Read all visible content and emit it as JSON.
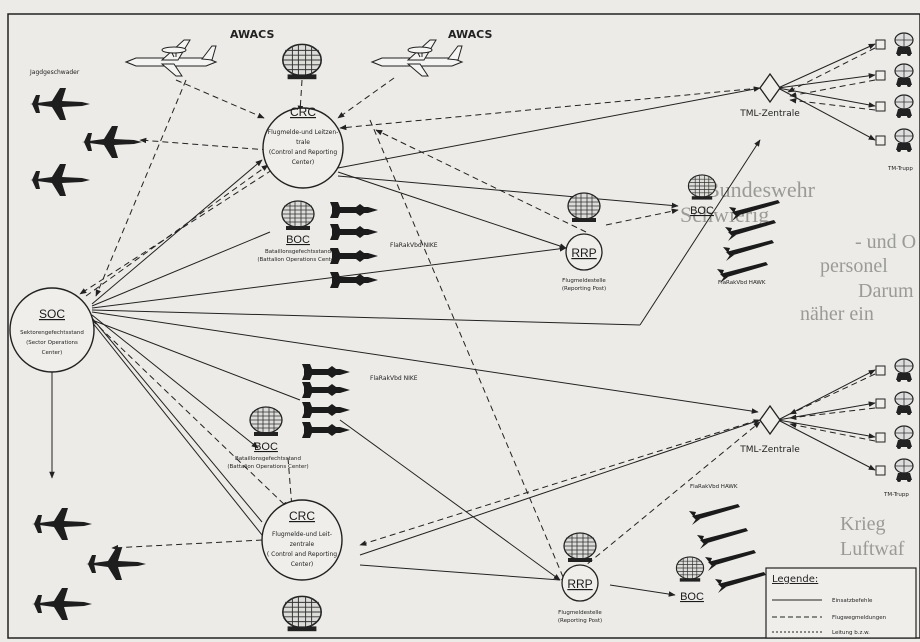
{
  "labels": {
    "jagd": "Jagdgeschwader",
    "awacs1": "AWACS",
    "awacs2": "AWACS",
    "crc1_title": "CRC",
    "crc1_l1": "Flugmelde-und Leitzen-",
    "crc1_l2": "trale",
    "crc1_l3": "(Control and Reporting",
    "crc1_l4": "Center)",
    "crc2_title": "CRC",
    "crc2_l1": "Flugmelde-und Leit-",
    "crc2_l2": "zentrale",
    "crc2_l3": "( Control and Reporting",
    "crc2_l4": "Center)",
    "soc_title": "SOC",
    "soc_l1": "Sektorengefechtsstand",
    "soc_l2": "(Sector Operations",
    "soc_l3": "Center)",
    "boc1": "BOC",
    "boc1_l1": "Bataillonsgefechtsstand",
    "boc1_l2": "(Battalion Operations Center)",
    "boc2": "BOC",
    "boc2_l1": "Bataillonsgefechtsstand",
    "boc2_l2": "(Battalion Operations Center)",
    "boc3": "BOC",
    "boc4": "BOC",
    "rrp1": "RRP",
    "rrp1_l1": "Flugmeldestelle",
    "rrp1_l2": "(Reporting Post)",
    "rrp2": "RRP",
    "rrp2_l1": "Flugmeldestelle",
    "rrp2_l2": "(Reporting Post)",
    "nike1": "FlaRakVbd NIKE",
    "nike2": "FlaRakVbd NIKE",
    "hawk1": "FlaRakVbd HAWK",
    "hawk2": "FlaRakVbd HAWK",
    "tml1": "TML-Zentrale",
    "tml2": "TML-Zentrale",
    "tm1": "TM-Trupp",
    "tm2": "TM-Trupp",
    "legend_title": "Legende:",
    "legend_1": "Einsatzbefehle",
    "legend_2": "Flugwegmeldungen",
    "legend_3": "Leitung b.z.w."
  },
  "bleed": {
    "b1": "Bundeswehr",
    "b2": "Schwierig",
    "b3": "- und O",
    "b4": "personel",
    "b5": "Darum",
    "b6": "näher ein",
    "b7": "Krieg",
    "b8": "Luftwaf"
  }
}
